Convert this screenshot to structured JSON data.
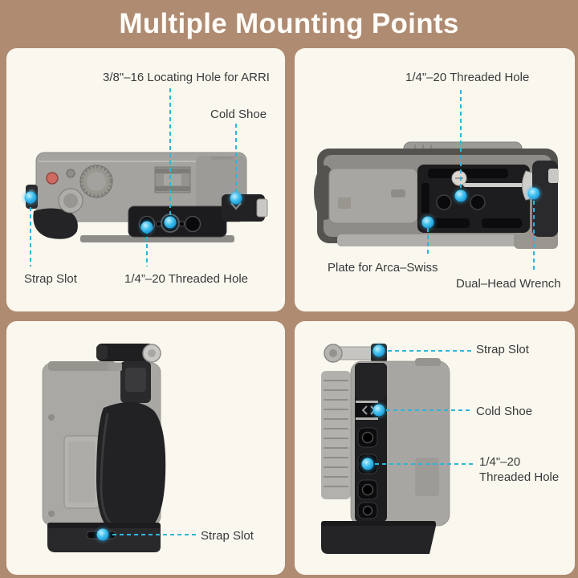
{
  "title": "Multiple Mounting Points",
  "brand": "Panasonic",
  "colors": {
    "banner_bg": "#af8b72",
    "panel_bg": "#faf7ee",
    "title_text": "#fdfcf8",
    "label_text": "#3a3a3c",
    "callout_line": "#2db5da",
    "marker_blue": "#18a0e0",
    "cage_black": "#1d1d1f",
    "camera_grey": "#a5a39f"
  },
  "panels": {
    "top_left": {
      "labels": {
        "locating_hole": "3/8\"–16 Locating Hole for ARRI",
        "cold_shoe": "Cold Shoe",
        "strap_slot": "Strap Slot",
        "threaded_hole": "1/4”–20 Threaded Hole"
      }
    },
    "top_right": {
      "labels": {
        "threaded_hole": "1/4\"–20 Threaded Hole",
        "arca_plate": "Plate for Arca–Swiss",
        "wrench": "Dual–Head Wrench"
      }
    },
    "bottom_left": {
      "labels": {
        "strap_slot": "Strap Slot"
      }
    },
    "bottom_right": {
      "labels": {
        "strap_slot": "Strap Slot",
        "cold_shoe": "Cold Shoe",
        "threaded_hole_line1": "1/4\"–20",
        "threaded_hole_line2": "Threaded Hole"
      }
    }
  }
}
